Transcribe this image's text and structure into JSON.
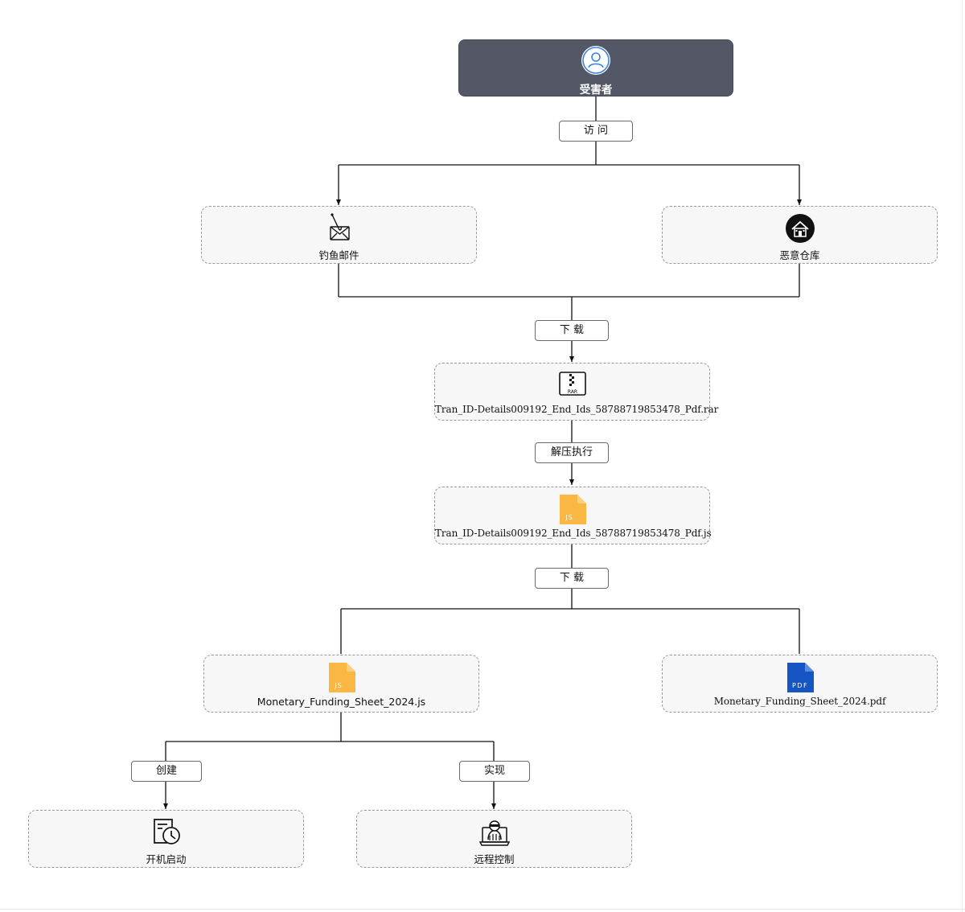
{
  "victim": {
    "label": "受害者",
    "icon": "user-circle-icon"
  },
  "edges": {
    "visit": "访 问",
    "download_1": "下 载",
    "extract_run": "解压执行",
    "download_2": "下 载",
    "create": "创建",
    "achieve": "实现"
  },
  "nodes": {
    "phishing_email": {
      "label": "钓鱼邮件",
      "icon": "phishing-mail-icon"
    },
    "malicious_repo": {
      "label": "恶意仓库",
      "icon": "malicious-repo-icon"
    },
    "rar_file": {
      "label": "Tran_ID-Details009192_End_Ids_58788719853478_Pdf.rar",
      "icon": "rar-archive-icon",
      "icon_text": "RAR"
    },
    "js_file": {
      "label": "Tran_ID-Details009192_End_Ids_58788719853478_Pdf.js",
      "icon": "js-file-icon",
      "icon_text": "JS"
    },
    "monetary_js": {
      "label": "Monetary_Funding_Sheet_2024.js",
      "icon": "js-file-icon",
      "icon_text": "JS"
    },
    "monetary_pdf": {
      "label": "Monetary_Funding_Sheet_2024.pdf",
      "icon": "pdf-file-icon",
      "icon_text": "PDF"
    },
    "autostart": {
      "label": "开机启动",
      "icon": "startup-clock-icon"
    },
    "remote_control": {
      "label": "远程控制",
      "icon": "remote-control-hacker-icon"
    }
  },
  "colors": {
    "victim_fill": "#545766",
    "node_fill": "#f7f7f7",
    "js_icon": "#f8b843",
    "pdf_icon": "#1656c2",
    "line": "#111111"
  }
}
